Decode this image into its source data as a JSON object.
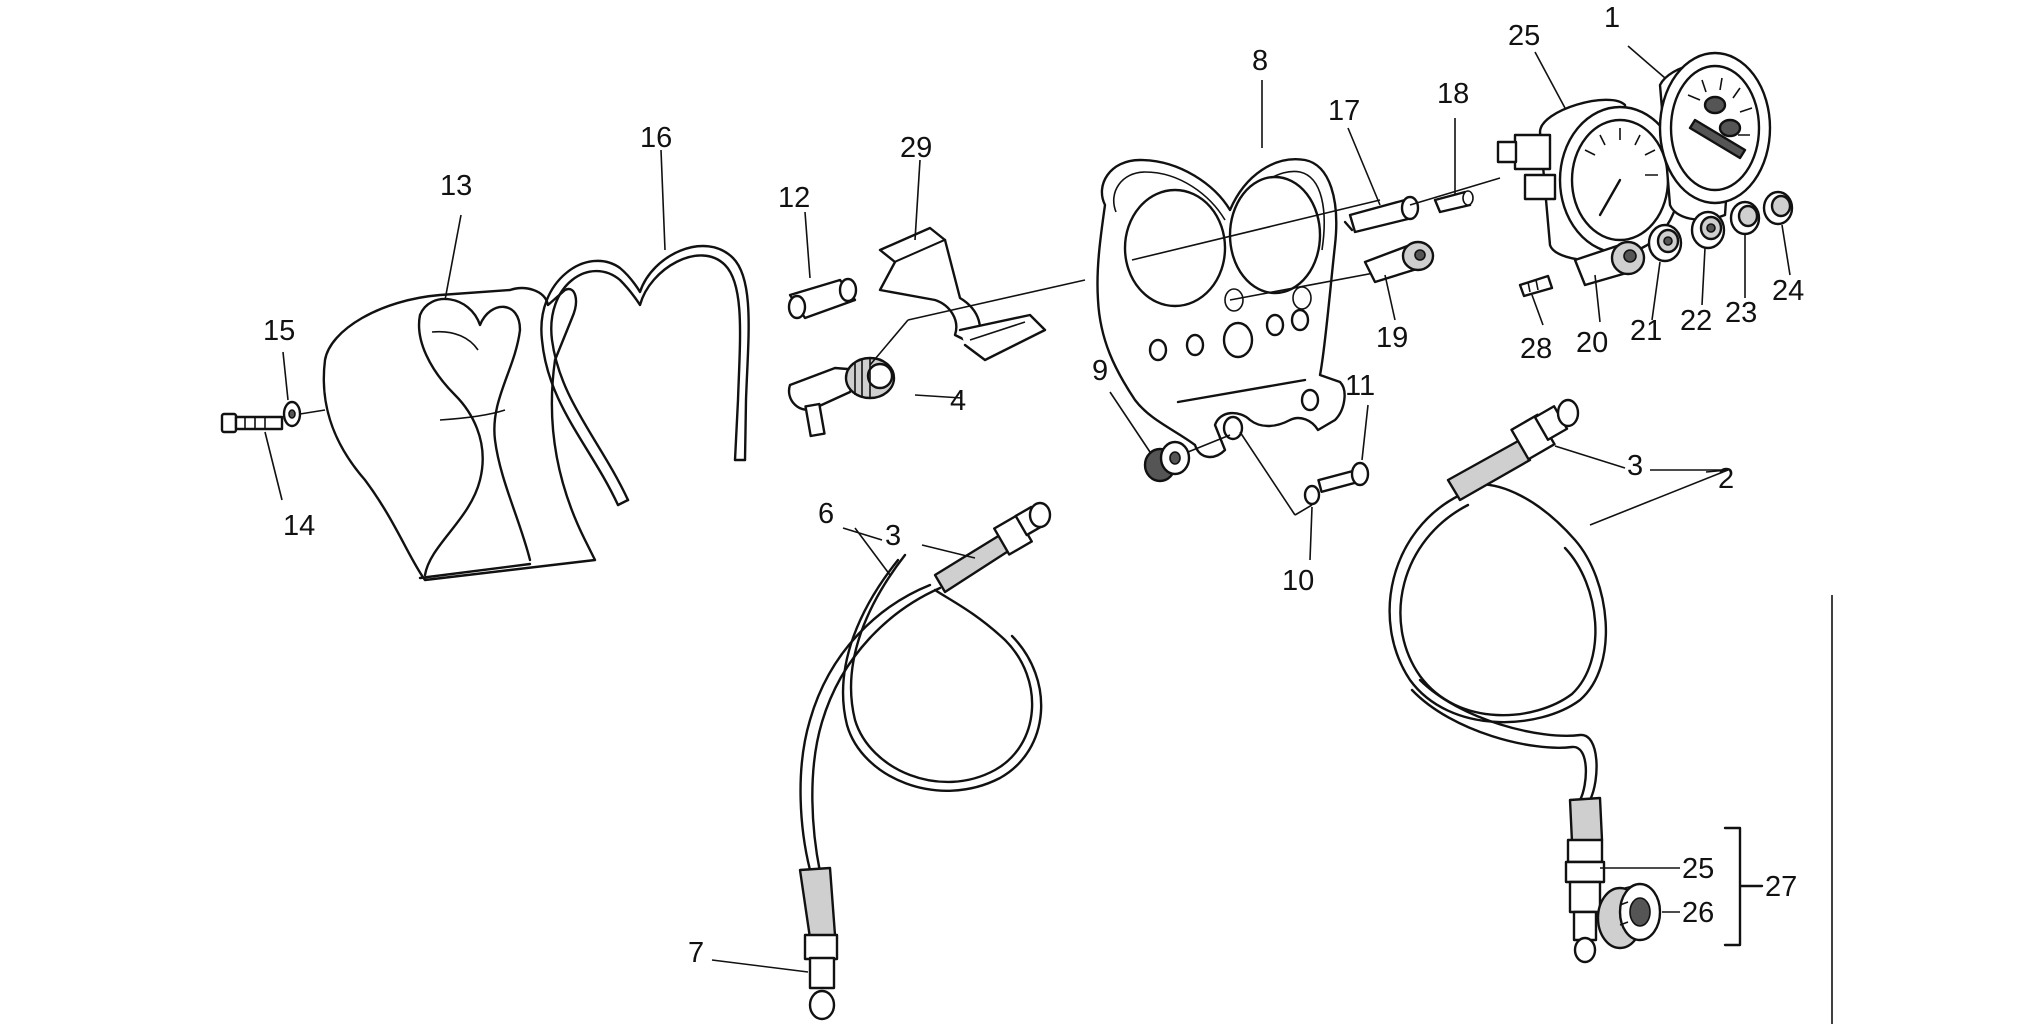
{
  "labels": {
    "p1": "1",
    "p2": "2",
    "p3a": "3",
    "p3b": "3",
    "p4": "4",
    "p6": "6",
    "p7": "7",
    "p8": "8",
    "p9": "9",
    "p10": "10",
    "p11": "11",
    "p12": "12",
    "p13": "13",
    "p14": "14",
    "p15": "15",
    "p16": "16",
    "p17": "17",
    "p18": "18",
    "p19": "19",
    "p20": "20",
    "p21": "21",
    "p22": "22",
    "p23": "23",
    "p24": "24",
    "p25a": "25",
    "p25b": "25",
    "p26": "26",
    "p27": "27",
    "p28": "28",
    "p29": "29"
  }
}
